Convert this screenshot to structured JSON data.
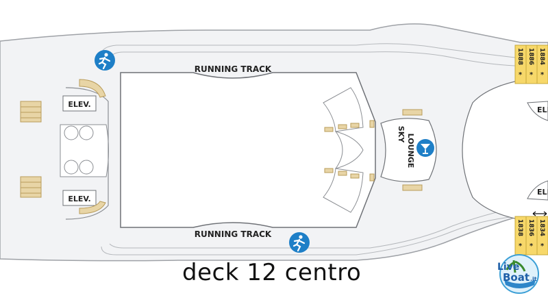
{
  "map": {
    "caption": "deck 12 centro",
    "labels": {
      "running_track_top": "RUNNING TRACK",
      "running_track_bottom": "RUNNING TRACK",
      "elev_top": "ELEV.",
      "elev_bottom": "ELEV.",
      "elev_right_top": "ELE",
      "elev_right_bottom": "ELE",
      "sky_lounge_line1": "SKY",
      "sky_lounge_line2": "LOUNGE"
    },
    "cabins_top": [
      "1888",
      "1886",
      "1884"
    ],
    "cabins_bottom": [
      "1838",
      "1836",
      "1834"
    ],
    "cabin_mark": "*",
    "icons": [
      "jogging-icon",
      "jogging-icon",
      "cocktail-icon"
    ],
    "logo_text": "LiveBoat.it",
    "colors": {
      "deck_fill": "#f2f3f5",
      "deck_outline": "#9ea1a6",
      "cabin_fill": "#f7d86a",
      "stair_fill": "#e8d5a6",
      "icon_blue": "#1e7fc7"
    }
  }
}
